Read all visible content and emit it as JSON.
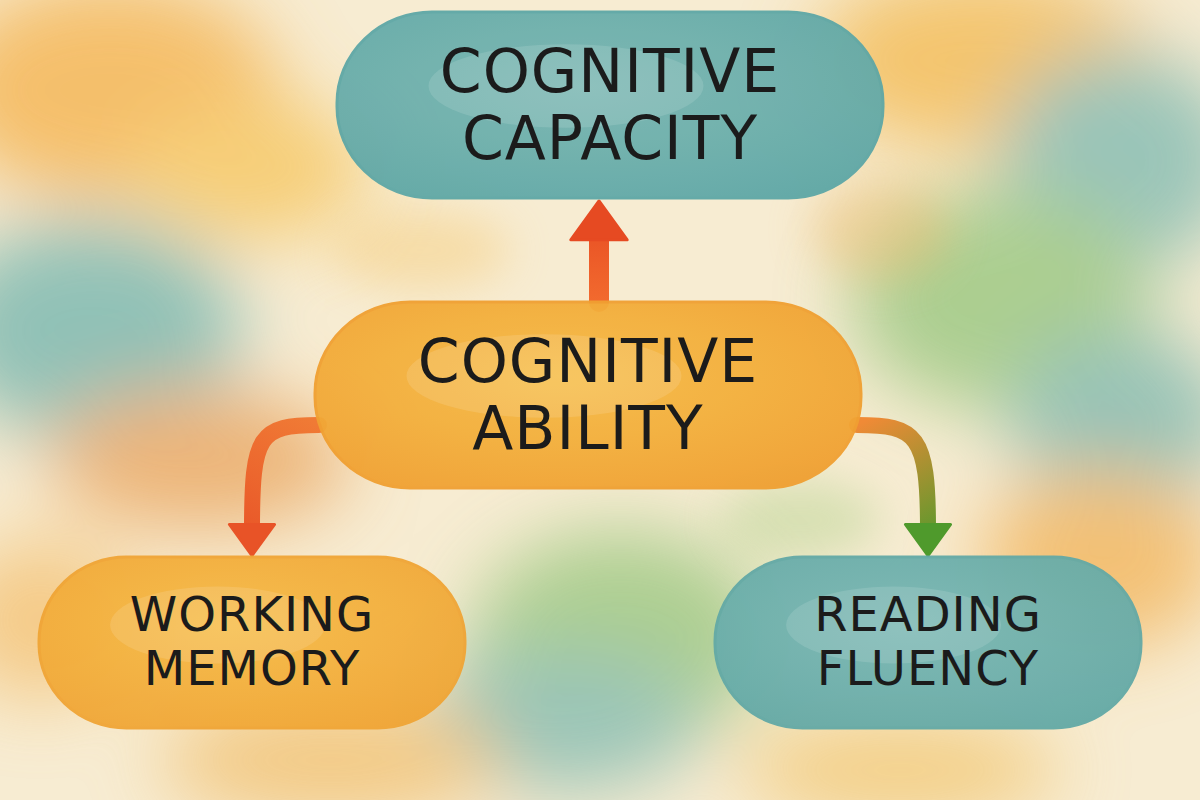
{
  "diagram": {
    "nodes": [
      {
        "text": [
          "COGNITIVE CAPACITY"
        ]
      },
      {
        "text": [
          "COGNITIVE ABILITY"
        ]
      },
      {
        "text": [
          "WORKING MEMORY"
        ]
      },
      {
        "text": [
          "READING FLUENCY"
        ]
      }
    ],
    "edges": [
      {
        "from": 1,
        "to": 0,
        "arrow": "to"
      },
      {
        "from": 1,
        "to": 2,
        "arrow": "to"
      },
      {
        "from": 1,
        "to": 3,
        "arrow": "to"
      }
    ]
  }
}
